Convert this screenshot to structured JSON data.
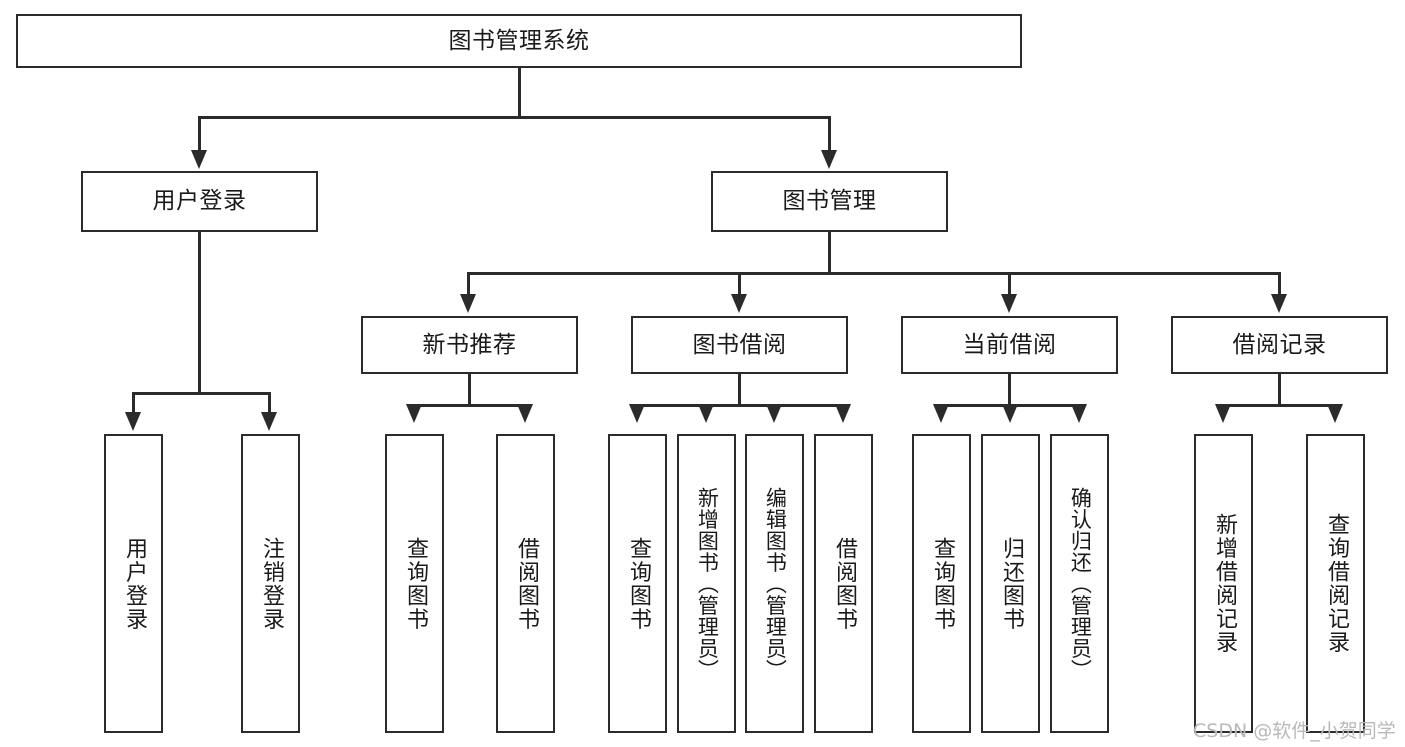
{
  "diagram": {
    "type": "tree-hierarchy-chart",
    "title": "图书管理系统",
    "colors": {
      "stroke": "#2b2b2b",
      "fill": "#ffffff",
      "text": "#1a1a1a",
      "watermark": "#b9b9b9"
    },
    "root": {
      "label": "图书管理系统"
    },
    "level2": [
      {
        "label": "用户登录"
      },
      {
        "label": "图书管理"
      }
    ],
    "level3": [
      {
        "label": "新书推荐"
      },
      {
        "label": "图书借阅"
      },
      {
        "label": "当前借阅"
      },
      {
        "label": "借阅记录"
      }
    ],
    "leaves": {
      "user_login": [
        {
          "label": "用户登录"
        },
        {
          "label": "注销登录"
        }
      ],
      "new_book_recommend": [
        {
          "label": "查询图书"
        },
        {
          "label": "借阅图书"
        }
      ],
      "book_borrow": [
        {
          "label": "查询图书"
        },
        {
          "label": "新增图书（管理员）"
        },
        {
          "label": "编辑图书（管理员）"
        },
        {
          "label": "借阅图书"
        }
      ],
      "current_borrow": [
        {
          "label": "查询图书"
        },
        {
          "label": "归还图书"
        },
        {
          "label": "确认归还（管理员）"
        }
      ],
      "borrow_record": [
        {
          "label": "新增借阅记录"
        },
        {
          "label": "查询借阅记录"
        }
      ]
    }
  },
  "watermark": {
    "text": "CSDN @软件_小贺同学"
  }
}
